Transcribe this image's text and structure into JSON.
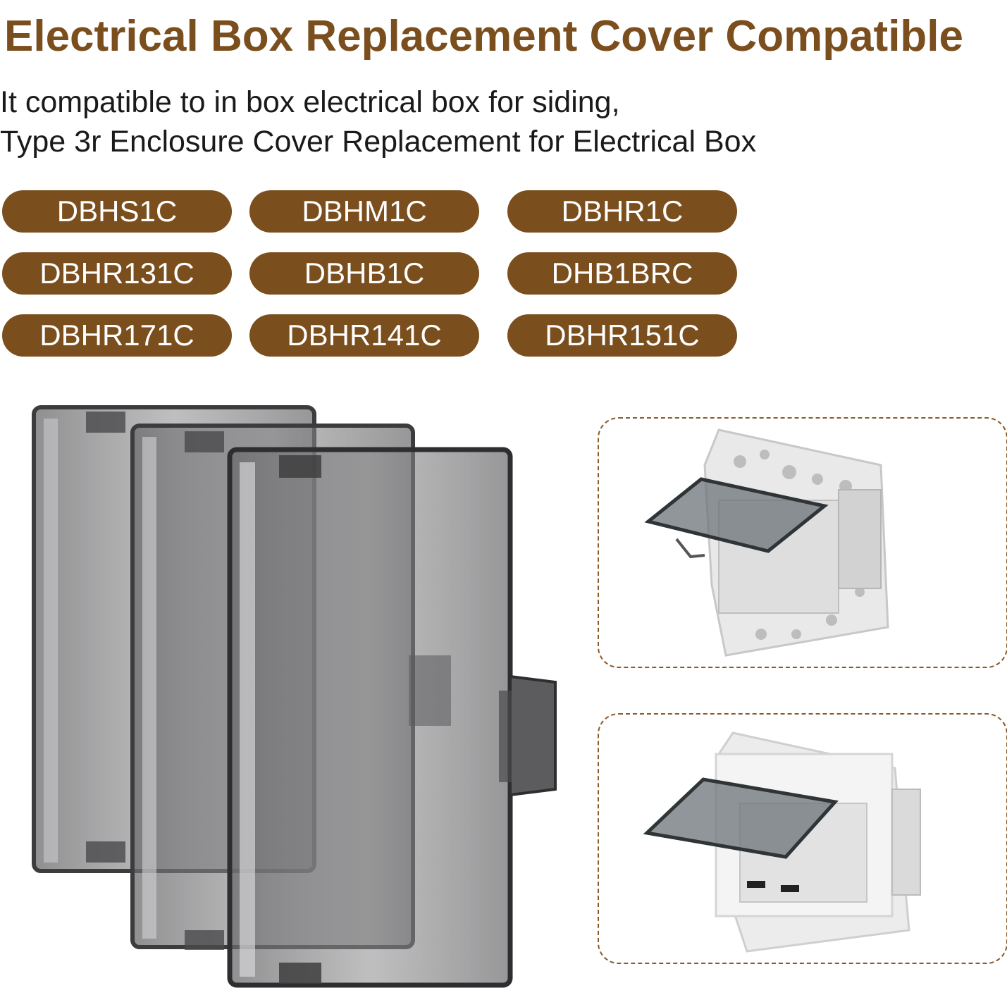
{
  "title": "Electrical Box Replacement Cover Compatible",
  "subtitle": {
    "line1": "It compatible to in box electrical box for siding,",
    "line2": "Type 3r Enclosure Cover Replacement for Electrical Box"
  },
  "models": [
    "DBHS1C",
    "DBHM1C",
    "DBHR1C",
    "DBHR131C",
    "DBHB1C",
    "DHB1BRC",
    "DBHR171C",
    "DBHR141C",
    "DBHR151C"
  ],
  "colors": {
    "accent": "#7a4e1d",
    "cover_tint": "#6e6e70",
    "mount_plate": "#e9e9e9"
  }
}
